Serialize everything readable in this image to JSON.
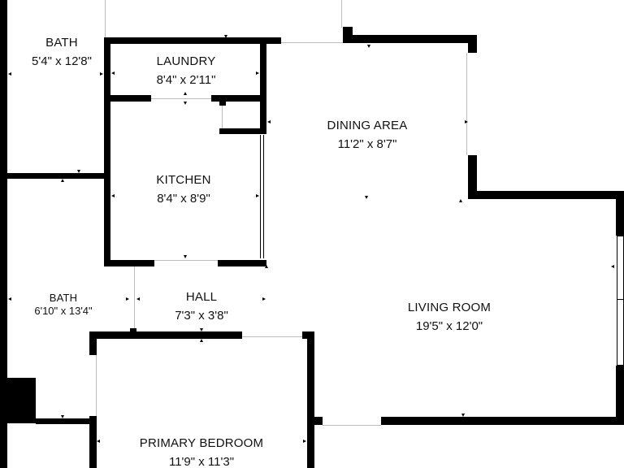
{
  "floorplan": {
    "rooms": [
      {
        "id": "bath-upper",
        "name": "BATH",
        "dims": "5'4\" x 12'8\""
      },
      {
        "id": "laundry",
        "name": "LAUNDRY",
        "dims": "8'4\" x 2'11\""
      },
      {
        "id": "dining-area",
        "name": "DINING AREA",
        "dims": "11'2\" x 8'7\""
      },
      {
        "id": "kitchen",
        "name": "KITCHEN",
        "dims": "8'4\" x 8'9\""
      },
      {
        "id": "bath-lower",
        "name": "BATH",
        "dims": "6'10\" x 13'4\""
      },
      {
        "id": "hall",
        "name": "HALL",
        "dims": "7'3\" x 3'8\""
      },
      {
        "id": "living-room",
        "name": "LIVING ROOM",
        "dims": "19'5\" x 12'0\""
      },
      {
        "id": "primary-bedroom",
        "name": "PRIMARY BEDROOM",
        "dims": "11'9\" x 11'3\""
      }
    ],
    "colors": {
      "wall": "#000000",
      "opening": "#bdbdbd",
      "background": "#ffffff",
      "text": "#111111"
    }
  }
}
